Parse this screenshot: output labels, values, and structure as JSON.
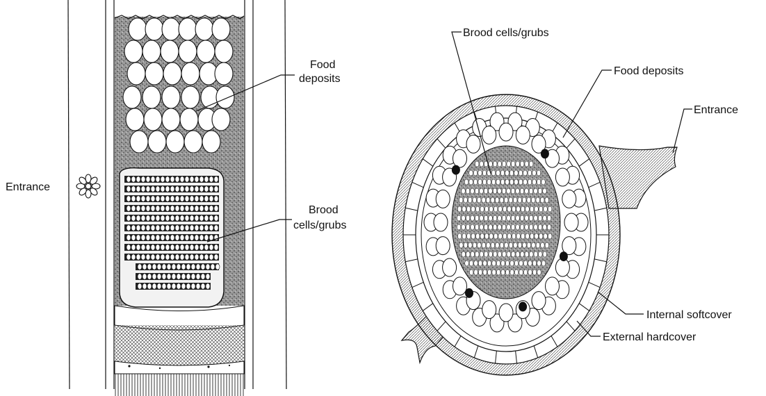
{
  "left_panel": {
    "labels": {
      "entrance": "Entrance",
      "food_line1": "Food",
      "food_line2": "deposits",
      "brood_line1": "Brood",
      "brood_line2": "cells/grubs"
    }
  },
  "right_panel": {
    "labels": {
      "brood": "Brood cells/grubs",
      "food": "Food deposits",
      "entrance": "Entrance",
      "softcover": "Internal softcover",
      "hardcover": "External hardcover"
    }
  }
}
